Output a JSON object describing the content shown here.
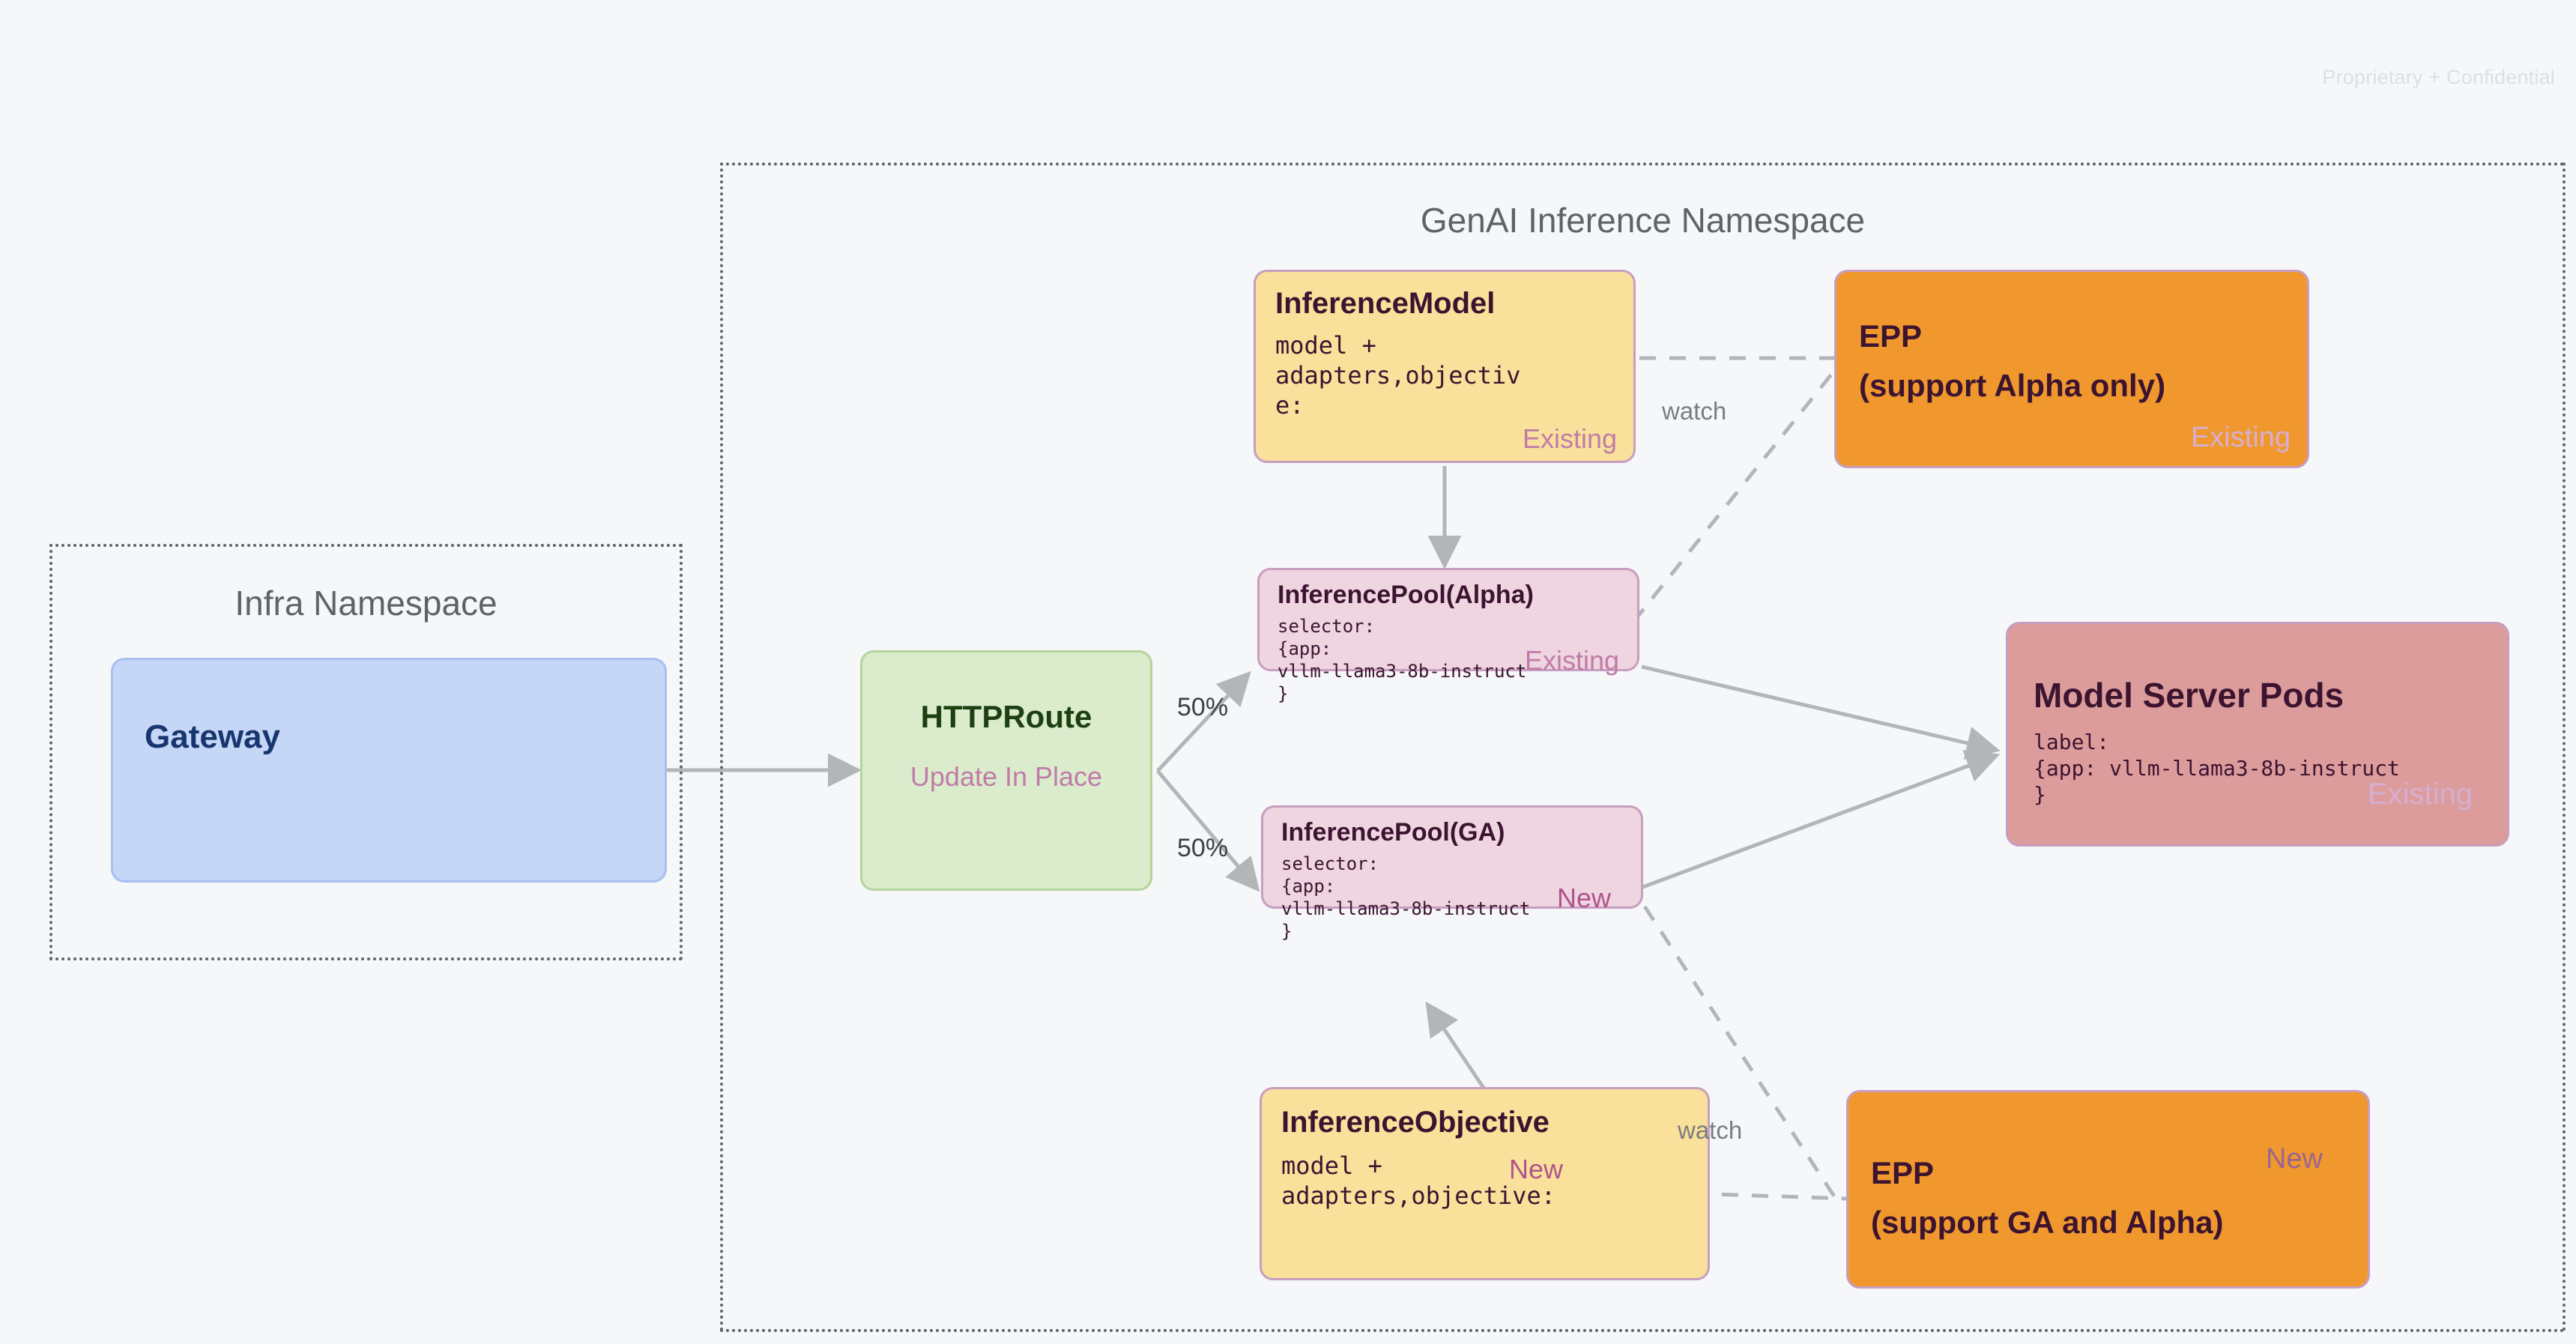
{
  "page": {
    "watermark": "Proprietary + Confidential",
    "background_color": "#f6f7f9"
  },
  "namespaces": [
    {
      "id": "infra",
      "title": "Infra Namespace"
    },
    {
      "id": "genai",
      "title": "GenAI Inference Namespace"
    }
  ],
  "nodes": {
    "gateway": {
      "title": "Gateway",
      "fill": "#c5d6f7",
      "text_color": "#17366e"
    },
    "httproute": {
      "title": "HTTPRoute",
      "tag": "Update In Place",
      "fill": "#dbeccd",
      "text_color": "#1d4012",
      "tag_color": "#c07ba8"
    },
    "inference_model": {
      "title": "InferenceModel",
      "body": "model +\nadapters,objectiv\ne:",
      "tag": "Existing",
      "fill": "#f9e09b"
    },
    "inference_pool_alpha": {
      "title": "InferencePool(Alpha)",
      "body": "selector:\n{app:\nvllm-llama3-8b-instruct\n}",
      "tag": "Existing",
      "fill": "#eed5e0"
    },
    "inference_pool_ga": {
      "title": "InferencePool(GA)",
      "body": "selector:\n{app:\nvllm-llama3-8b-instruct\n}",
      "tag": "New",
      "fill": "#eed5e0"
    },
    "inference_objective": {
      "title": "InferenceObjective",
      "body": "model +\nadapters,objective:",
      "tag": "New",
      "fill": "#f9e09b"
    },
    "epp_alpha": {
      "title_line1": "EPP",
      "title_line2": "(support Alpha only)",
      "tag": "Existing",
      "fill": "#f0982e"
    },
    "epp_ga_alpha": {
      "title_line1": "EPP",
      "title_line2": "(support GA and Alpha)",
      "tag": "New",
      "fill": "#f0982e"
    },
    "model_server_pods": {
      "title": "Model Server Pods",
      "body": "label:\n{app: vllm-llama3-8b-instruct\n}",
      "tag": "Existing",
      "fill": "#dc9c9c"
    }
  },
  "edges": [
    {
      "id": "gateway-to-httproute",
      "label": ""
    },
    {
      "id": "httproute-to-pool-alpha",
      "label": "50%"
    },
    {
      "id": "httproute-to-pool-ga",
      "label": "50%"
    },
    {
      "id": "model-to-pool-alpha",
      "label": ""
    },
    {
      "id": "model-to-epp-alpha",
      "label": "watch"
    },
    {
      "id": "pool-alpha-to-epp-alpha",
      "label": ""
    },
    {
      "id": "pool-alpha-to-pods",
      "label": ""
    },
    {
      "id": "pool-ga-to-pods",
      "label": ""
    },
    {
      "id": "objective-to-pool-ga",
      "label": ""
    },
    {
      "id": "objective-to-epp-ga",
      "label": "watch"
    },
    {
      "id": "pool-ga-to-epp-ga",
      "label": ""
    }
  ],
  "labels": {
    "split_alpha": "50%",
    "split_ga": "50%",
    "watch_top": "watch",
    "watch_bottom": "watch"
  },
  "colors": {
    "node_border": "#c79ec0",
    "edge_line": "#b3b6b9",
    "namespace_border": "#5f6368",
    "namespace_title": "#5f6368",
    "watermark": "#dcdfe3",
    "existing_tag": "#c07ba8",
    "new_tag": "#b0548c"
  }
}
